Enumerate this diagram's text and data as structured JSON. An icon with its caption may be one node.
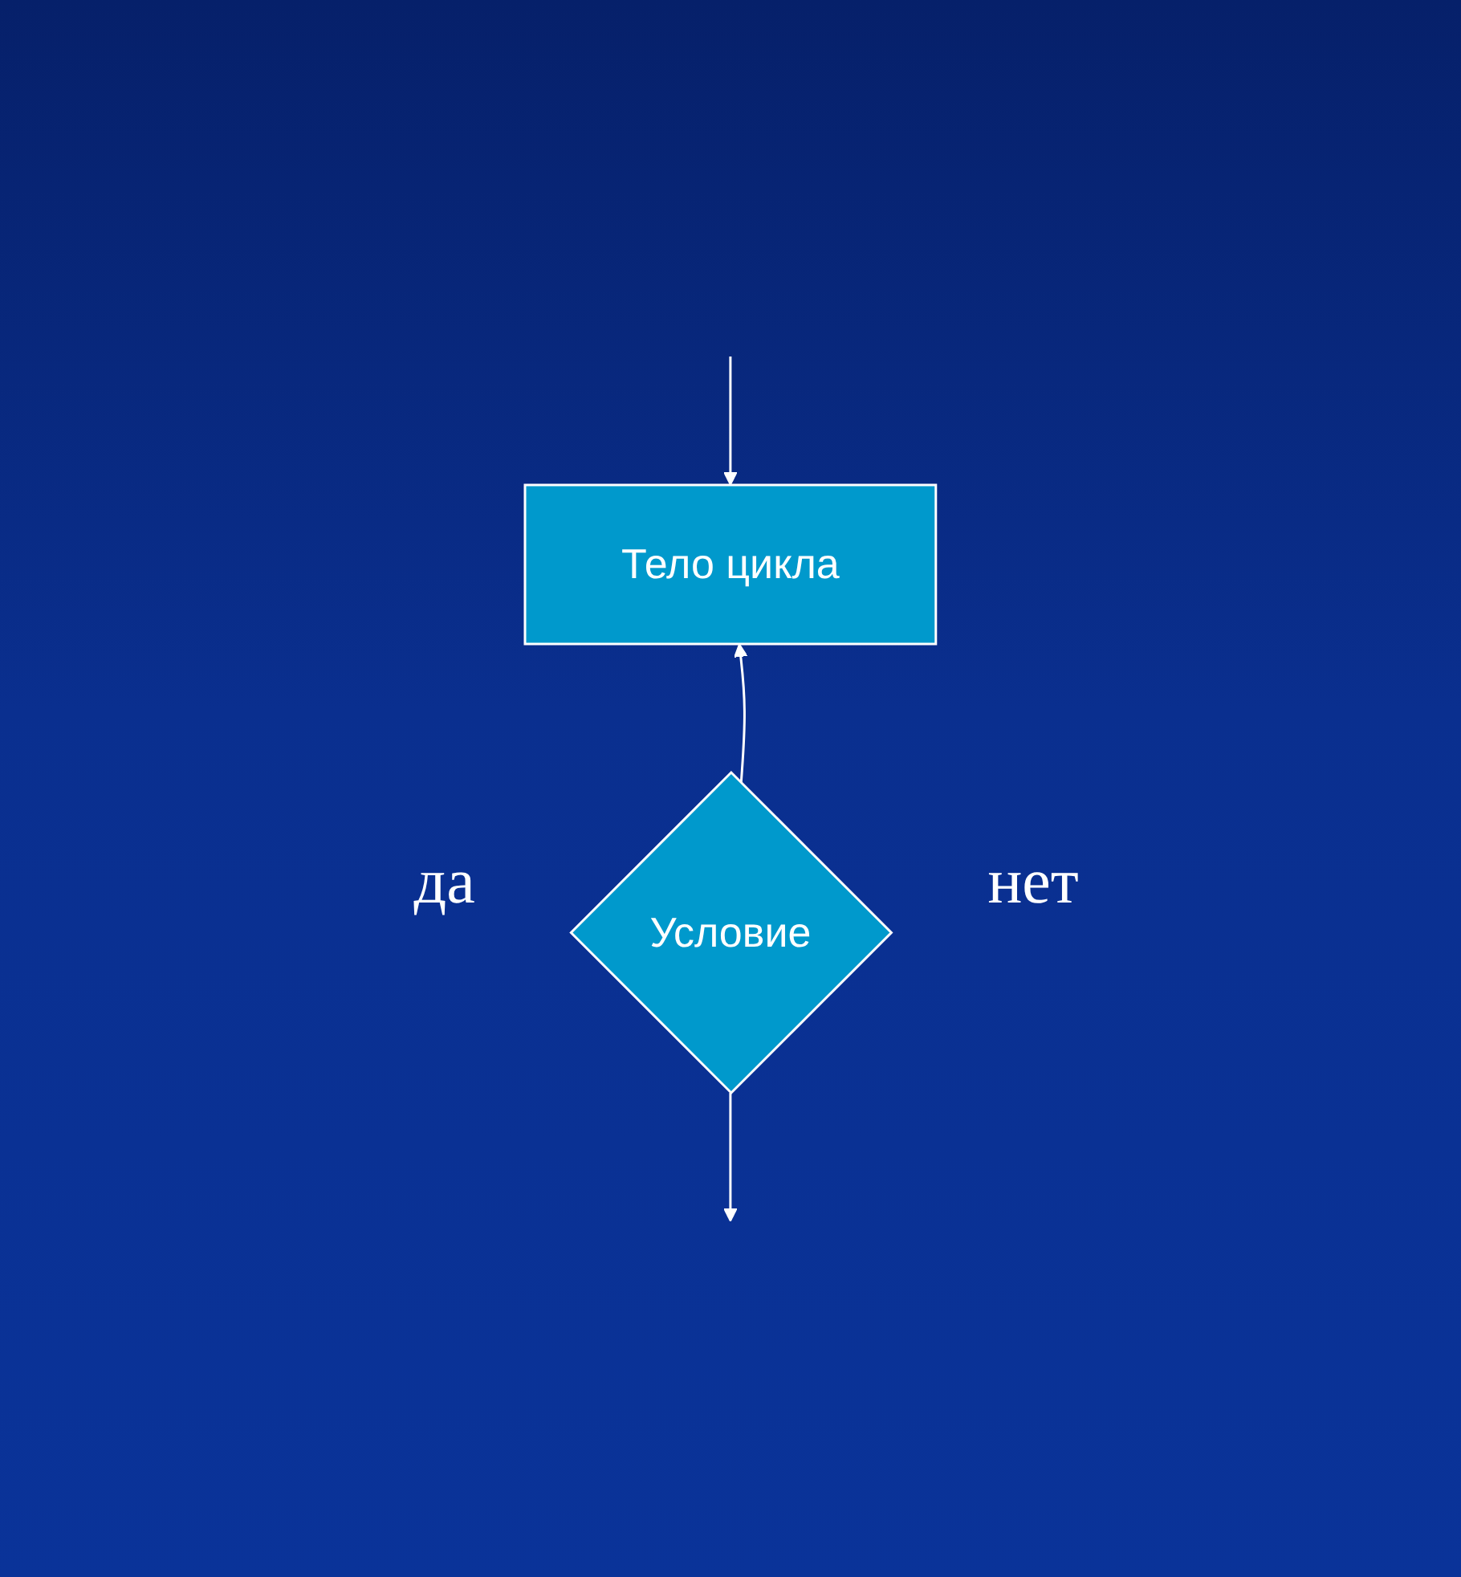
{
  "diagram": {
    "nodes": [
      {
        "text": [
          "Тело цикла"
        ]
      },
      {
        "text": [
          "Условие"
        ]
      }
    ],
    "edges": [
      {
        "from": null,
        "to": 0,
        "arrow": "to"
      },
      {
        "from": 1,
        "to": 0,
        "arrow": "to"
      },
      {
        "from": 1,
        "to": null,
        "arrow": "to"
      }
    ],
    "labels": [
      "да",
      "нет"
    ]
  }
}
